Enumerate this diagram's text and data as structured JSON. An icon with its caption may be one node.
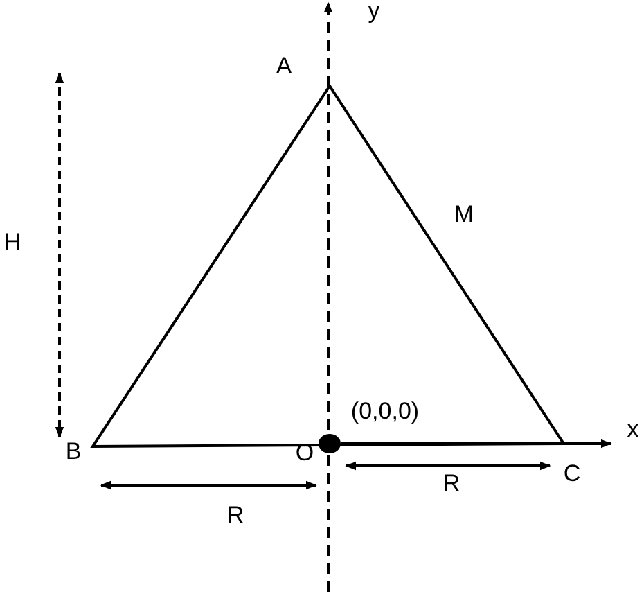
{
  "diagram": {
    "labels": [
      "y",
      "A",
      "M",
      "H",
      "(0,0,0)",
      "x",
      "B",
      "O",
      "C",
      "R",
      "R"
    ]
  }
}
